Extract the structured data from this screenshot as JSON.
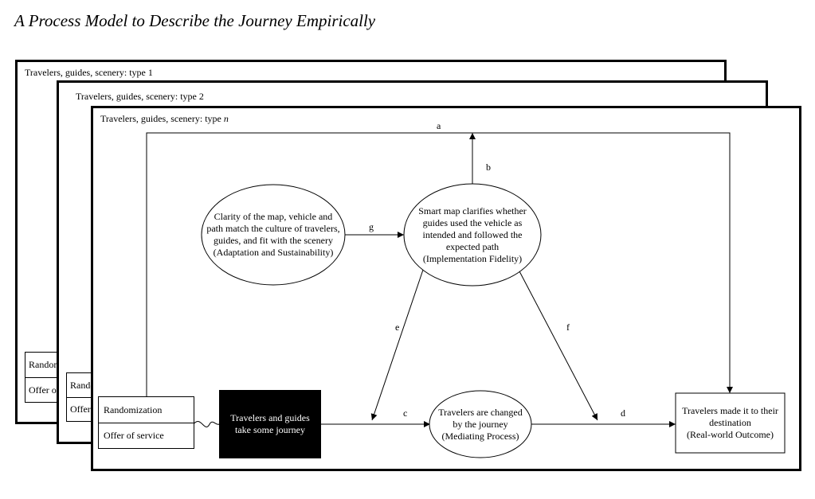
{
  "title": "A Process Model to Describe the Journey Empirically",
  "panels": [
    {
      "label": "Travelers, guides, scenery: type 1",
      "box_top": "Randomization",
      "box_bottom": "Offer of service"
    },
    {
      "label": "Travelers, guides, scenery: type 2",
      "box_top": "Randomization",
      "box_bottom": "Offer of service"
    },
    {
      "label_prefix": "Travelers, guides, scenery: type ",
      "label_italic": "n"
    }
  ],
  "nodes": {
    "randomization": {
      "top": "Randomization",
      "bottom": "Offer of service"
    },
    "journey": {
      "lines": [
        "Travelers and guides",
        "take some journey"
      ]
    },
    "adaptation": {
      "lines": [
        "Clarity of the map, vehicle and",
        "path match the culture of travelers,",
        "guides, and fit with the scenery",
        "(Adaptation and Sustainability)"
      ]
    },
    "fidelity": {
      "lines": [
        "Smart map clarifies whether",
        "guides used the vehicle as",
        "intended and followed the",
        "expected path",
        "(Implementation Fidelity)"
      ]
    },
    "mediating": {
      "lines": [
        "Travelers are changed",
        "by the journey",
        "(Mediating Process)"
      ]
    },
    "outcome": {
      "lines": [
        "Travelers made it to their",
        "destination",
        "(Real-world Outcome)"
      ]
    }
  },
  "edge_labels": {
    "a": "a",
    "b": "b",
    "c": "c",
    "d": "d",
    "e": "e",
    "f": "f",
    "g": "g"
  }
}
